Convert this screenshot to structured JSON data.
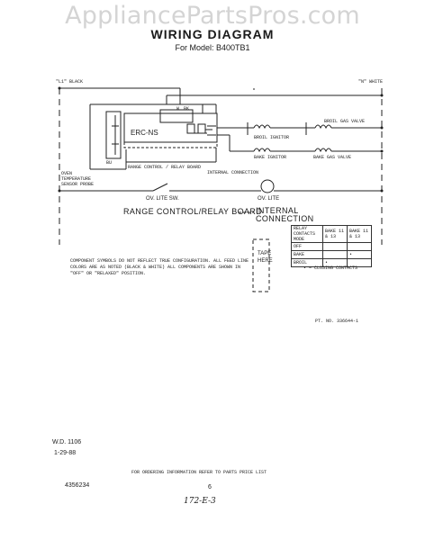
{
  "watermark": "AppliancePartsPros.com",
  "title": "WIRING DIAGRAM",
  "model": "For Model: B400TB1",
  "labels": {
    "l1": "\"L1\" BLACK",
    "n": "\"N\" WHITE",
    "ercns": "ERC-NS",
    "broil_ignitor": "BROIL IGNITOR",
    "broil_gas_valve": "BROIL GAS VALVE",
    "bake_ignitor": "BAKE IGNITOR",
    "bake_gas_valve": "BAKE GAS VALVE",
    "rcb_small": "RANGE CONTROL / RELAY BOARD",
    "internal_small": "INTERNAL CONNECTION",
    "oven_temp": "OVEN TEMPERATURE SENSOR PROBE",
    "ov_lite_sw": "OV. LITE SW.",
    "ov_lite": "OV. LITE",
    "rcb_big": "RANGE CONTROL/RELAY BOARD",
    "internal_big": "INTERNAL CONNECTION",
    "note": "COMPONENT SYMBOLS DO NOT REFLECT TRUE CONFIGURATION. ALL FEED LINE COLORS ARE AS NOTED (BLACK & WHITE) ALL COMPONENTS ARE SHOWN IN \"OFF\" OR \"RELAXED\" POSITION.",
    "tape_here": "TAPE HERE",
    "part_no": "PT. NO. 336644-1",
    "wd": "W.D. 1106",
    "date": "1-29-88",
    "page_num": "6",
    "ordering": "FOR ORDERING INFORMATION REFER TO PARTS PRICE LIST",
    "doc_num": "4356234",
    "handwritten": "172-E-3",
    "closing_contacts": "• = CLOSING CONTACTS",
    "w": "W",
    "bk": "BK",
    "bu": "BU"
  },
  "relay_table": {
    "header": [
      "RELAY CONTACTS MODE",
      "BAKE 11 & 13",
      "BAKE 11 & 13"
    ],
    "rows": [
      [
        "OFF",
        "",
        ""
      ],
      [
        "BAKE",
        "",
        "•"
      ],
      [
        "BROIL",
        "•",
        ""
      ]
    ]
  }
}
